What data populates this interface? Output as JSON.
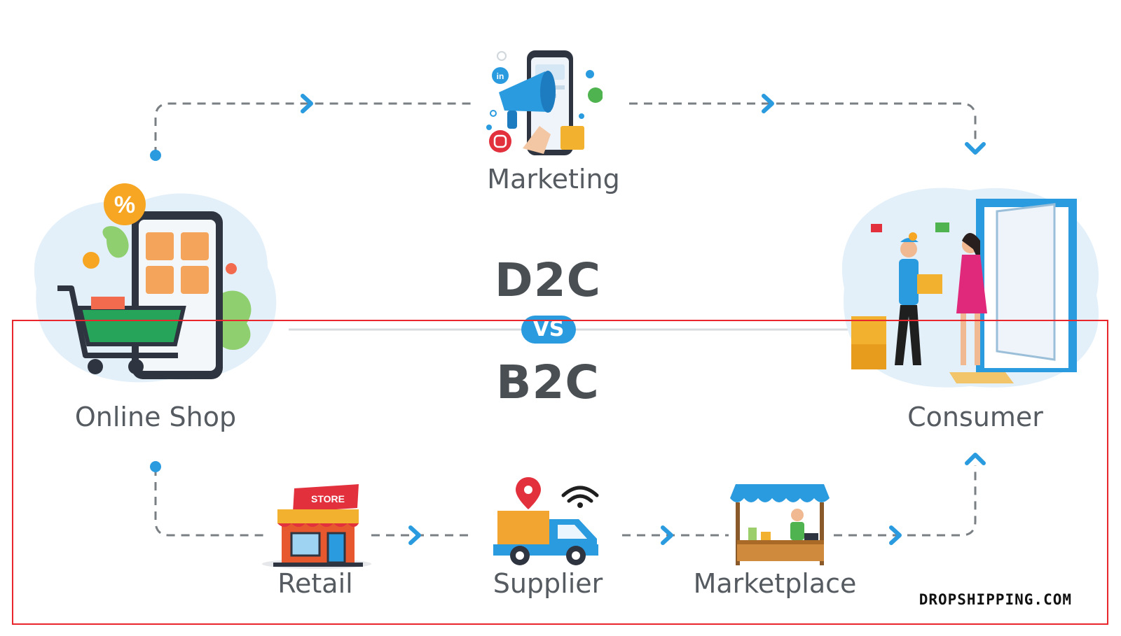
{
  "title": {
    "top": "D2C",
    "vs": "VS",
    "bottom": "B2C"
  },
  "d2c_flow": {
    "nodes": [
      {
        "label": "Online Shop",
        "icon": "online-shop-illustration"
      },
      {
        "label": "Marketing",
        "icon": "marketing-megaphone-phone-illustration"
      },
      {
        "label": "Consumer",
        "icon": "consumer-delivery-illustration"
      }
    ]
  },
  "b2c_flow": {
    "nodes": [
      {
        "label": "Retail",
        "icon": "retail-store-illustration",
        "sign": "STORE"
      },
      {
        "label": "Supplier",
        "icon": "supplier-truck-illustration"
      },
      {
        "label": "Marketplace",
        "icon": "marketplace-stall-illustration"
      }
    ]
  },
  "watermark": "DROPSHIPPING.COM",
  "colors": {
    "accent": "#2b9be0",
    "text": "#555b60",
    "title": "#4a4f54",
    "dash": "#7a7f84",
    "highlight_box": "#e8262b"
  }
}
